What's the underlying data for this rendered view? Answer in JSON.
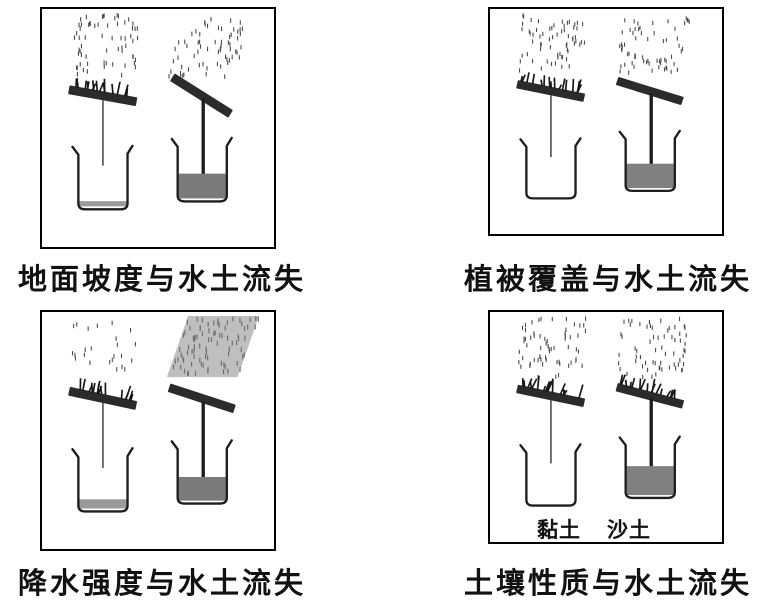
{
  "figure": {
    "description": "Four soil-erosion comparison experiments, each showing rainfall over an inclined soil tray draining into a beaker",
    "accent_colors": {
      "ink": "#1e1e1e",
      "water_dark": "#7a7a7a",
      "rain_slab": "#bfbfbf"
    }
  },
  "panels": [
    {
      "id": "slope",
      "caption": "地面坡度与水土流失",
      "setups": [
        {
          "name": "gentle-slope",
          "rain": "normal",
          "vegetation": true,
          "tilt": 10,
          "water_level": 0.1,
          "water_color": "#9a9a9a",
          "rod": false
        },
        {
          "name": "steep-slope",
          "rain": "normal",
          "vegetation": false,
          "tilt": 32,
          "water_level": 0.48,
          "water_color": "#7a7a7a",
          "rod": true
        }
      ],
      "labels": []
    },
    {
      "id": "vegetation",
      "caption": "植被覆盖与水土流失",
      "setups": [
        {
          "name": "vegetated-cover",
          "rain": "normal",
          "vegetation": true,
          "tilt": 12,
          "water_level": 0,
          "water_color": "#ffffff",
          "rod": false
        },
        {
          "name": "bare-soil",
          "rain": "normal",
          "vegetation": false,
          "tilt": 18,
          "water_level": 0.5,
          "water_color": "#808080",
          "rod": true
        }
      ],
      "labels": []
    },
    {
      "id": "rain-intensity",
      "caption": "降水强度与水土流失",
      "setups": [
        {
          "name": "light-rain",
          "rain": "light",
          "vegetation": true,
          "tilt": 12,
          "water_level": 0.18,
          "water_color": "#9a9a9a",
          "rod": false
        },
        {
          "name": "heavy-rain",
          "rain": "heavy",
          "vegetation": false,
          "tilt": 18,
          "water_level": 0.46,
          "water_color": "#7a7a7a",
          "rod": true
        }
      ],
      "labels": []
    },
    {
      "id": "soil-type",
      "caption": "土壤性质与水土流失",
      "setups": [
        {
          "name": "clay-soil",
          "rain": "normal",
          "vegetation": true,
          "tilt": 12,
          "water_level": 0,
          "water_color": "#ffffff",
          "rod": false
        },
        {
          "name": "sandy-soil",
          "rain": "normal",
          "vegetation": true,
          "tilt": 15,
          "water_level": 0.58,
          "water_color": "#808080",
          "rod": true
        }
      ],
      "labels": [
        "黏土",
        "沙土"
      ]
    }
  ]
}
